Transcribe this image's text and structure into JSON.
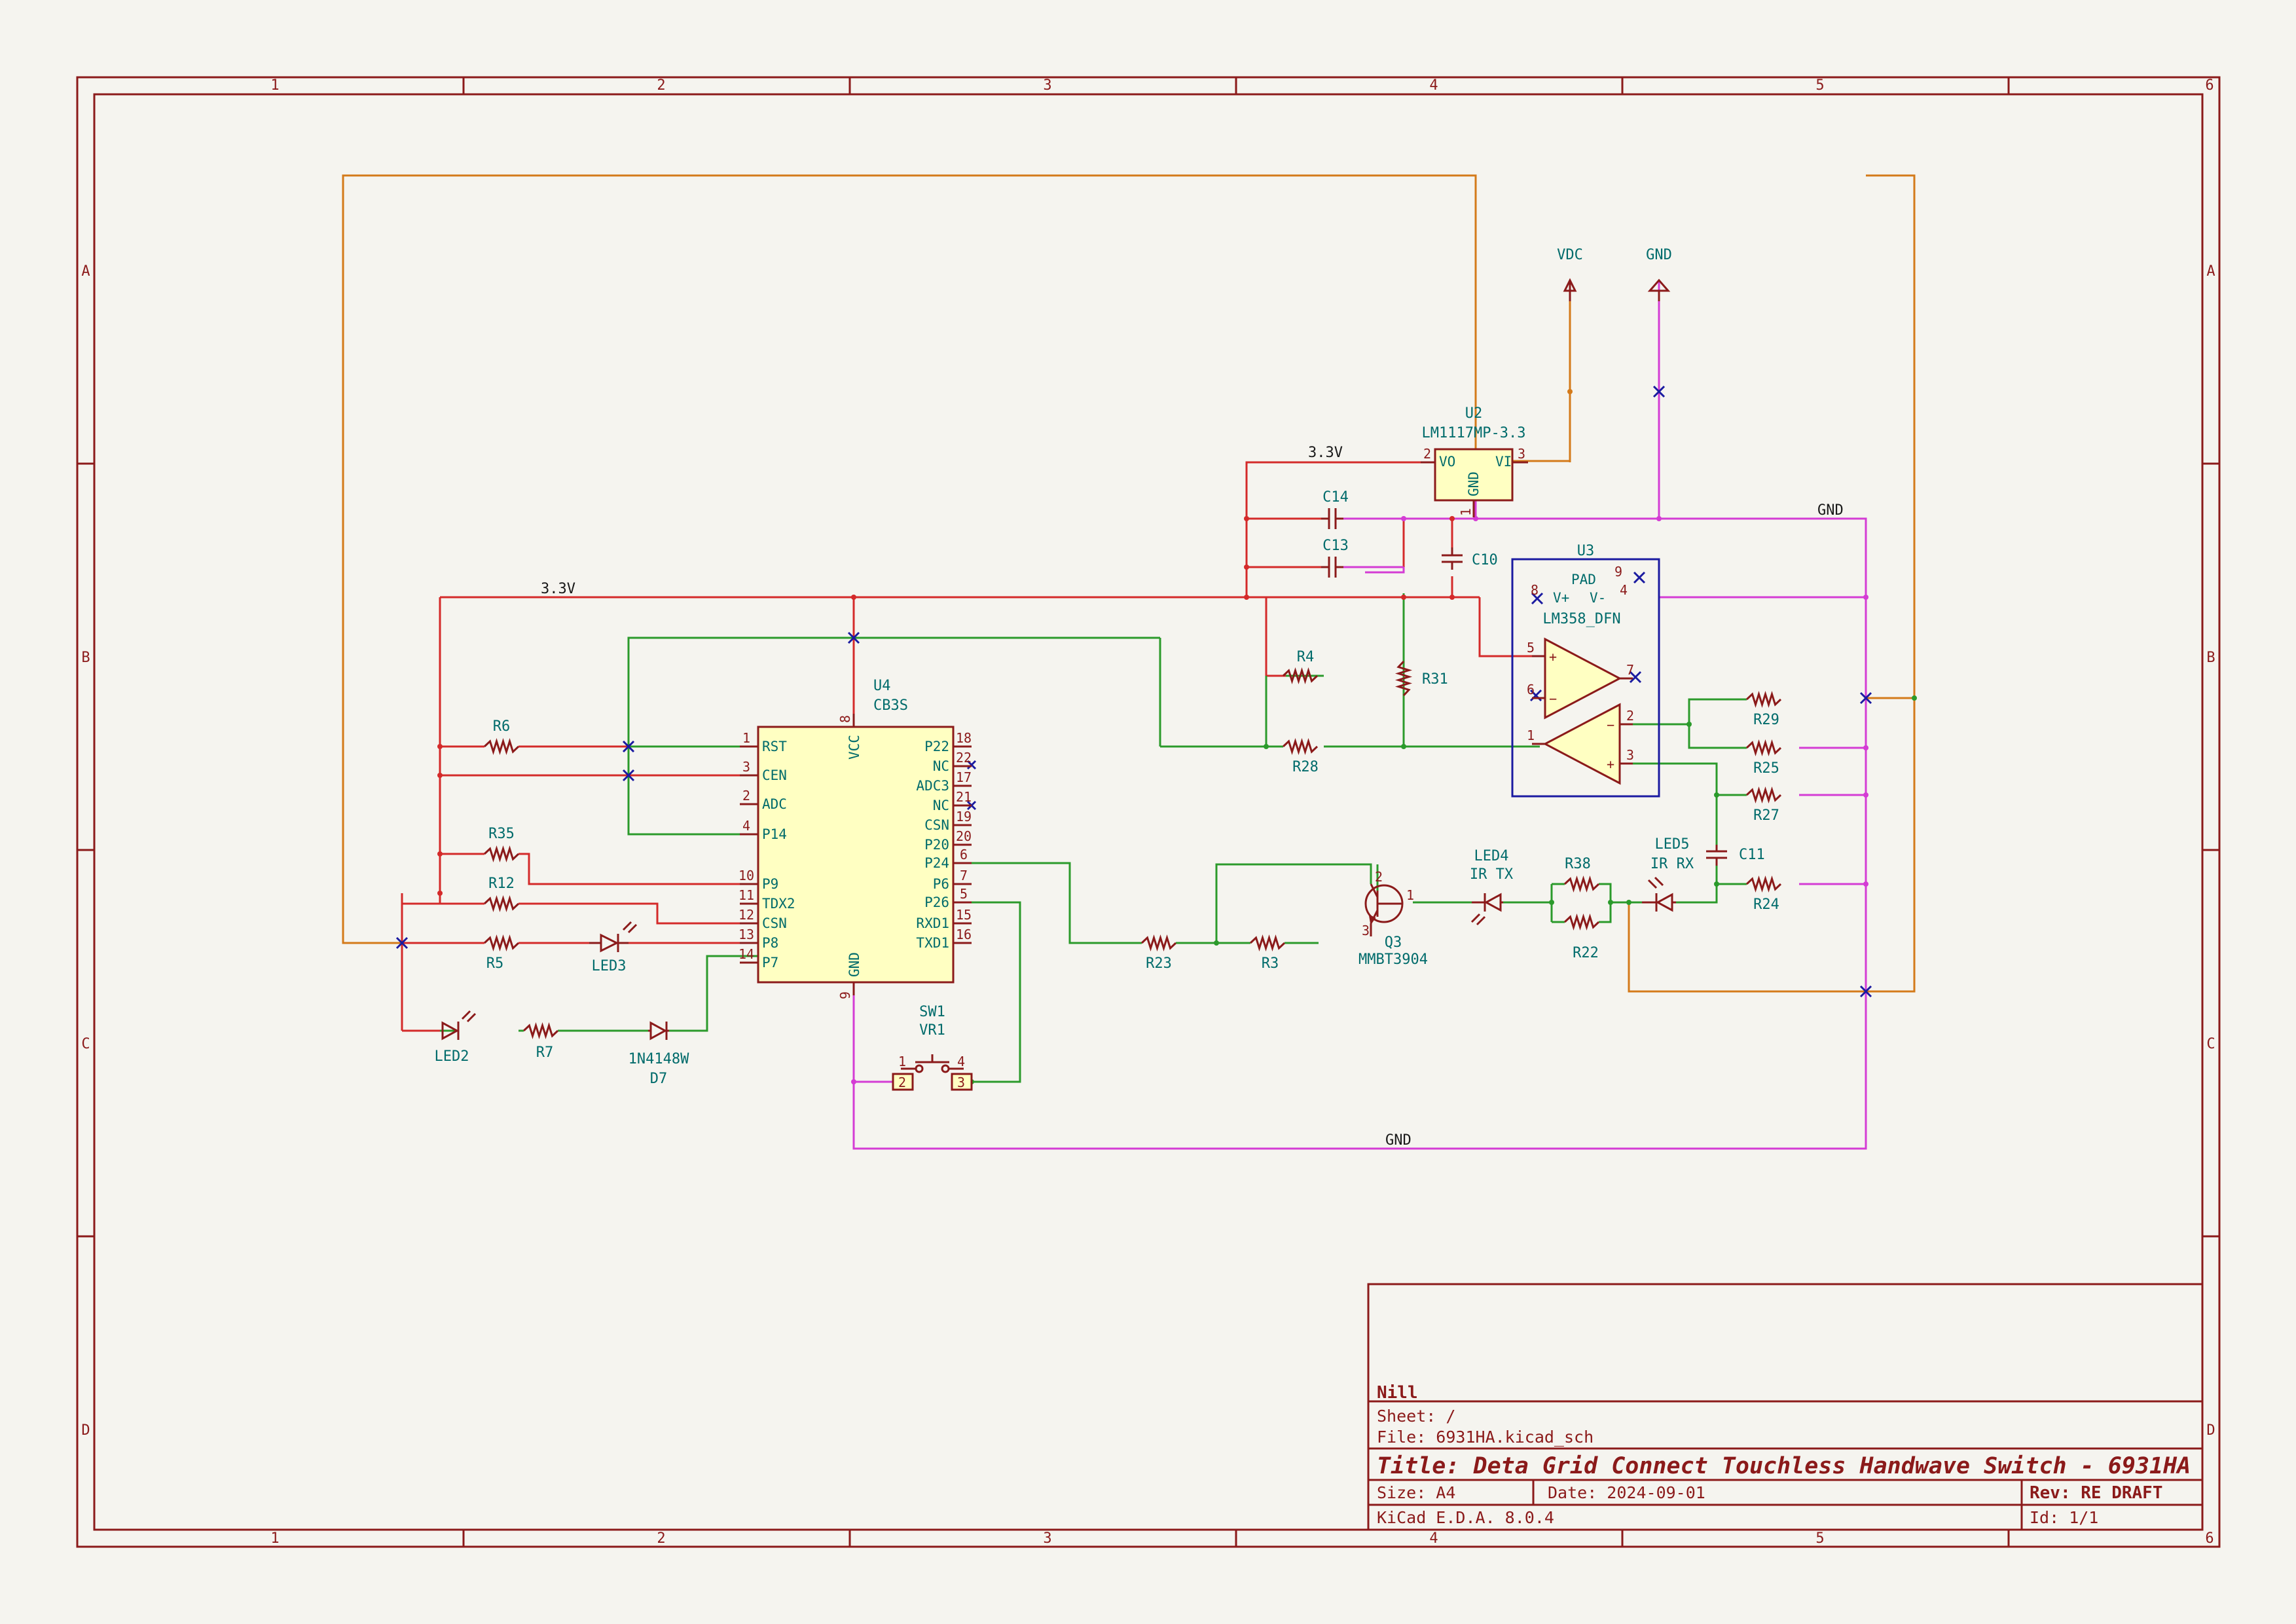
{
  "frame": {
    "columns": [
      "1",
      "2",
      "3",
      "4",
      "5",
      "6"
    ],
    "rows": [
      "A",
      "B",
      "C",
      "D"
    ]
  },
  "title_block": {
    "company": "Nill",
    "sheet": "Sheet: /",
    "file": "File: 6931HA.kicad_sch",
    "title": "Title: Deta Grid Connect Touchless Handwave Switch - 6931HA",
    "size": "Size: A4",
    "date": "Date: 2024-09-01",
    "rev": "Rev: RE DRAFT",
    "tool": "KiCad E.D.A. 8.0.4",
    "id": "Id: 1/1"
  },
  "power": {
    "vdc": "VDC",
    "gnd": "GND"
  },
  "nets": {
    "v33_top": "3.3V",
    "v33_left": "3.3V",
    "gnd_right": "GND",
    "gnd_bottom": "GND"
  },
  "u2": {
    "ref": "U2",
    "value": "LM1117MP-3.3",
    "pins": {
      "vo": "VO",
      "vi": "VI",
      "gnd": "GND",
      "p1": "1",
      "p2": "2",
      "p3": "3"
    }
  },
  "u3": {
    "ref": "U3",
    "value": "LM358_DFN",
    "pins": {
      "pad": "PAD",
      "vplus": "V+",
      "vminus": "V-",
      "p9": "9",
      "p8": "8",
      "p4": "4",
      "p5": "5",
      "p6": "6",
      "p7": "7",
      "p1": "1",
      "p2": "2",
      "p3": "3"
    }
  },
  "u4": {
    "ref": "U4",
    "value": "CB3S",
    "vcc": "VCC",
    "gnd": "GND",
    "vcc_pin": "8",
    "gnd_pin": "9",
    "left_pins": [
      {
        "num": "1",
        "name": "RST"
      },
      {
        "num": "3",
        "name": "CEN"
      },
      {
        "num": "2",
        "name": "ADC"
      },
      {
        "num": "4",
        "name": "P14"
      },
      {
        "num": "10",
        "name": "P9"
      },
      {
        "num": "11",
        "name": "TDX2"
      },
      {
        "num": "12",
        "name": "CSN"
      },
      {
        "num": "13",
        "name": "P8"
      },
      {
        "num": "14",
        "name": "P7"
      }
    ],
    "right_pins": [
      {
        "num": "18",
        "name": "P22"
      },
      {
        "num": "22",
        "name": "NC"
      },
      {
        "num": "17",
        "name": "ADC3"
      },
      {
        "num": "21",
        "name": "NC"
      },
      {
        "num": "19",
        "name": "CSN"
      },
      {
        "num": "20",
        "name": "P20"
      },
      {
        "num": "6",
        "name": "P24"
      },
      {
        "num": "7",
        "name": "P6"
      },
      {
        "num": "5",
        "name": "P26"
      },
      {
        "num": "15",
        "name": "RXD1"
      },
      {
        "num": "16",
        "name": "TXD1"
      }
    ]
  },
  "q3": {
    "ref": "Q3",
    "value": "MMBT3904",
    "p1": "1",
    "p2": "2",
    "p3": "3"
  },
  "sw1": {
    "ref": "SW1",
    "value": "VR1",
    "p1": "1",
    "p2": "2",
    "p3": "3",
    "p4": "4"
  },
  "resistors": {
    "r6": "R6",
    "r35": "R35",
    "r12": "R12",
    "r5": "R5",
    "r7": "R7",
    "r23": "R23",
    "r3": "R3",
    "r4": "R4",
    "r28": "R28",
    "r31": "R31",
    "r38": "R38",
    "r22": "R22",
    "r29": "R29",
    "r25": "R25",
    "r27": "R27",
    "r24": "R24"
  },
  "capacitors": {
    "c14": "C14",
    "c13": "C13",
    "c10": "C10",
    "c11": "C11"
  },
  "diodes": {
    "led2": "LED2",
    "led3": "LED3",
    "d7_ref": "D7",
    "d7_val": "1N4148W",
    "led4_ref": "LED4",
    "led4_val": "IR TX",
    "led5_ref": "LED5",
    "led5_val": "IR RX"
  }
}
